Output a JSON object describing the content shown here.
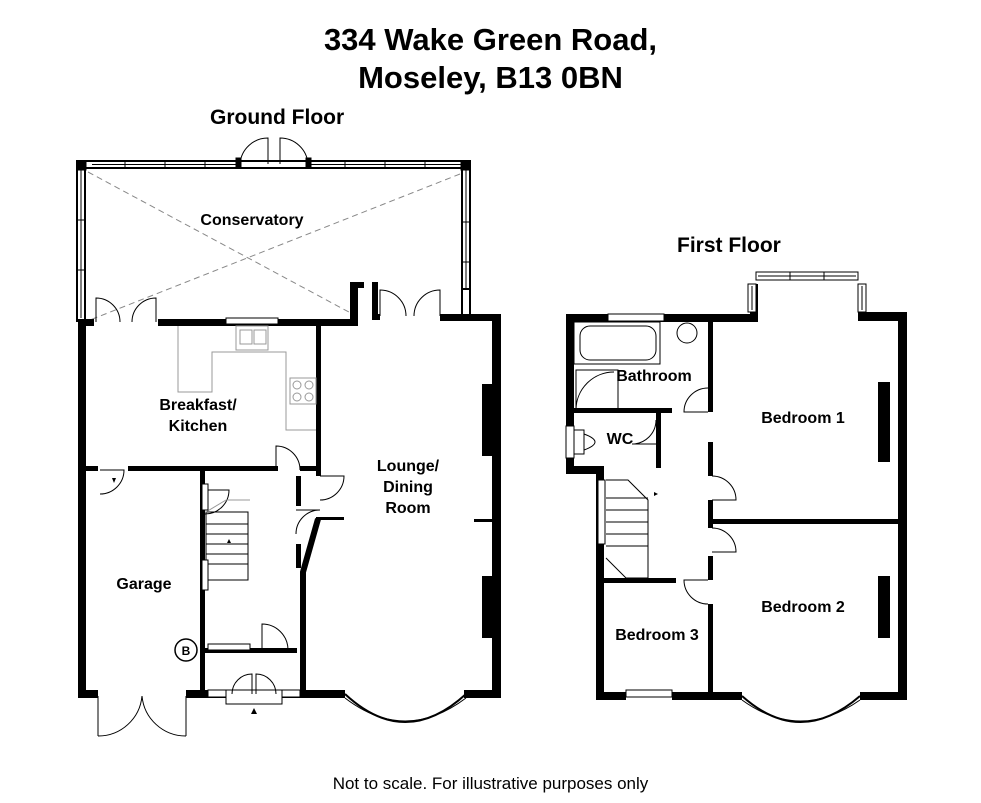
{
  "title": {
    "line1": "334 Wake Green Road,",
    "line2": "Moseley, B13 0BN"
  },
  "floors": {
    "ground": {
      "label": "Ground Floor",
      "rooms": {
        "conservatory": "Conservatory",
        "kitchen_line1": "Breakfast/",
        "kitchen_line2": "Kitchen",
        "lounge_line1": "Lounge/",
        "lounge_line2": "Dining",
        "lounge_line3": "Room",
        "garage": "Garage",
        "boiler": "B"
      }
    },
    "first": {
      "label": "First Floor",
      "rooms": {
        "bathroom": "Bathroom",
        "wc": "WC",
        "bedroom1": "Bedroom 1",
        "bedroom2": "Bedroom 2",
        "bedroom3": "Bedroom 3"
      }
    }
  },
  "footer": "Not to scale. For illustrative purposes only",
  "colors": {
    "wall": "#000000",
    "fixture": "#999999",
    "background": "#ffffff"
  }
}
